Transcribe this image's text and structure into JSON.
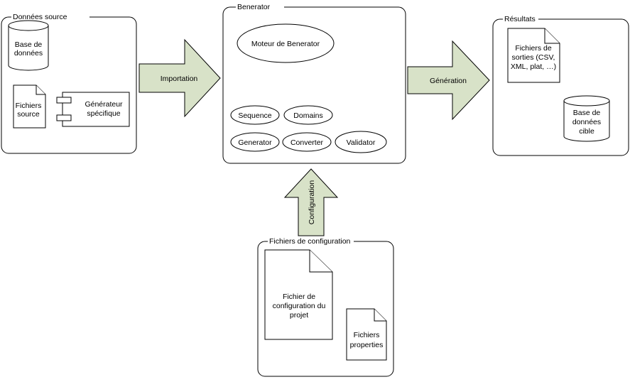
{
  "containers": {
    "source": "Données source",
    "generator": "Benerator",
    "results": "Résultats",
    "config": "Fichiers de configuration"
  },
  "source": {
    "database": [
      "Base de",
      "données"
    ],
    "files": [
      "Fichiers",
      "source"
    ],
    "specific_generator": [
      "Générateur",
      "spécifique"
    ]
  },
  "generator": {
    "engine": "Moteur de Benerator",
    "components": {
      "sequence": "Sequence",
      "domains": "Domains",
      "generator": "Generator",
      "converter": "Converter",
      "validator": "Validator"
    }
  },
  "results": {
    "output_files": [
      "Fichiers de",
      "sorties (CSV,",
      "XML, plat, …)"
    ],
    "target_database": [
      "Base de",
      "données",
      "cible"
    ]
  },
  "config": {
    "project_file": [
      "Fichier de",
      "configuration du",
      "projet"
    ],
    "properties_files": [
      "Fichiers",
      "properties"
    ]
  },
  "arrows": {
    "importation": "Importation",
    "generation": "Génération",
    "configuration": "Configuration"
  },
  "colors": {
    "arrow_fill": "#d8e2c8",
    "stroke": "#000000",
    "background": "#ffffff"
  }
}
